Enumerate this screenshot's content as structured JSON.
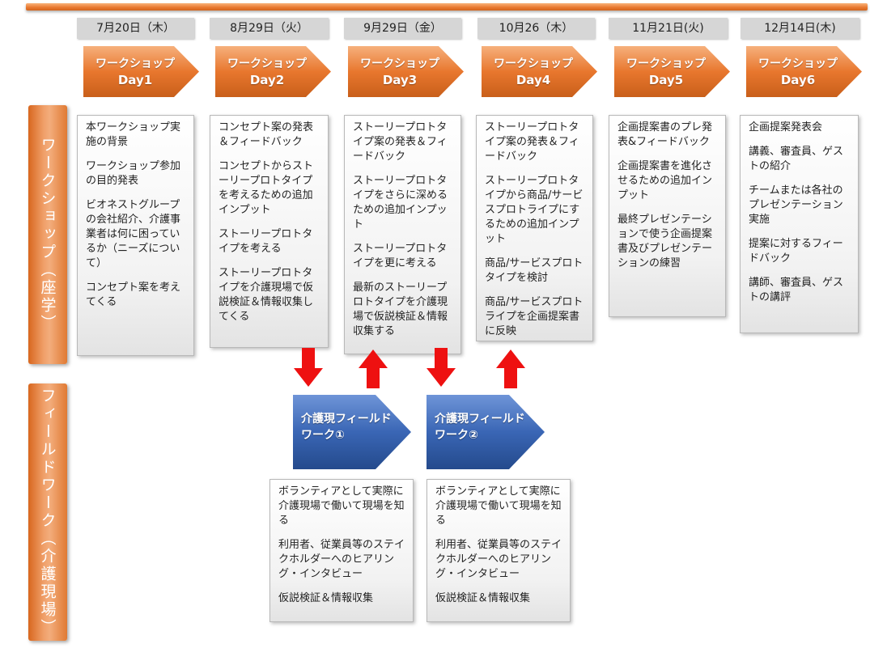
{
  "dates": [
    "7月20日（木）",
    "8月29日（火）",
    "9月29日（金）",
    "10月26（木）",
    "11月21日(火)",
    "12月14日(木)"
  ],
  "workshops": [
    {
      "line1": "ワークショップ",
      "line2": "Day1",
      "items": [
        "本ワークショップ実施の背景",
        "ワークショップ参加の目的発表",
        "ビオネストグループの会社紹介、介護事業者は何に困っているか（ニーズについて）",
        "コンセプト案を考えてくる"
      ]
    },
    {
      "line1": "ワークショップ",
      "line2": "Day2",
      "items": [
        "コンセプト案の発表＆フィードバック",
        "コンセプトからストーリープロトタイプを考えるための追加インプット",
        "ストーリープロトタイプを考える",
        "ストーリープロトタイプを介護現場で仮説検証＆情報収集してくる"
      ]
    },
    {
      "line1": "ワークショップ",
      "line2": "Day3",
      "items": [
        "ストーリープロトタイプ案の発表＆フィードバック",
        "ストーリープロトタイプをさらに深めるための追加インプット",
        "ストーリープロトタイプを更に考える",
        "最新のストーリープロトタイプを介護現場で仮説検証＆情報収集する"
      ]
    },
    {
      "line1": "ワークショップ",
      "line2": "Day4",
      "items": [
        "ストーリープロトタイプ案の発表＆フィードバック",
        "ストーリープロトタイプから商品/サービスプロトライプにするための追加インプット",
        "商品/サービスプロトタイプを検討",
        "商品/サービスプロトライプを企画提案書に反映"
      ]
    },
    {
      "line1": "ワークショップ",
      "line2": "Day5",
      "items": [
        "企画提案書のプレ発表&フィードバック",
        "企画提案書を進化させるための追加インプット",
        "最終プレゼンテーションで使う企画提案書及びプレゼンテーションの練習"
      ]
    },
    {
      "line1": "ワークショップ",
      "line2": "Day6",
      "items": [
        "企画提案発表会",
        "講義、審査員、ゲストの紹介",
        "チームまたは各社のプレゼンテーション実施",
        "提案に対するフィードバック",
        "講師、審査員、ゲストの講評"
      ]
    }
  ],
  "side_labels": {
    "workshop": "ワークショップ（座学）",
    "field": "フィールドワーク（介護現場）"
  },
  "fieldwork": [
    {
      "label": "介護現フィールドワーク①",
      "items": [
        "ボランティアとして実際に介護現場で働いて現場を知る",
        "利用者、従業員等のステイクホルダーへのヒアリング・インタビュー",
        "仮説検証＆情報収集"
      ]
    },
    {
      "label": "介護現フィールドワーク②",
      "items": [
        "ボランティアとして実際に介護現場で働いて現場を知る",
        "利用者、従業員等のステイクホルダーへのヒアリング・インタビュー",
        "仮説検証＆情報収集"
      ]
    }
  ],
  "colors": {
    "orange": "#e8772e",
    "blue": "#3a66b5",
    "red": "#ee1111",
    "date_bg": "#d6d6d6"
  }
}
